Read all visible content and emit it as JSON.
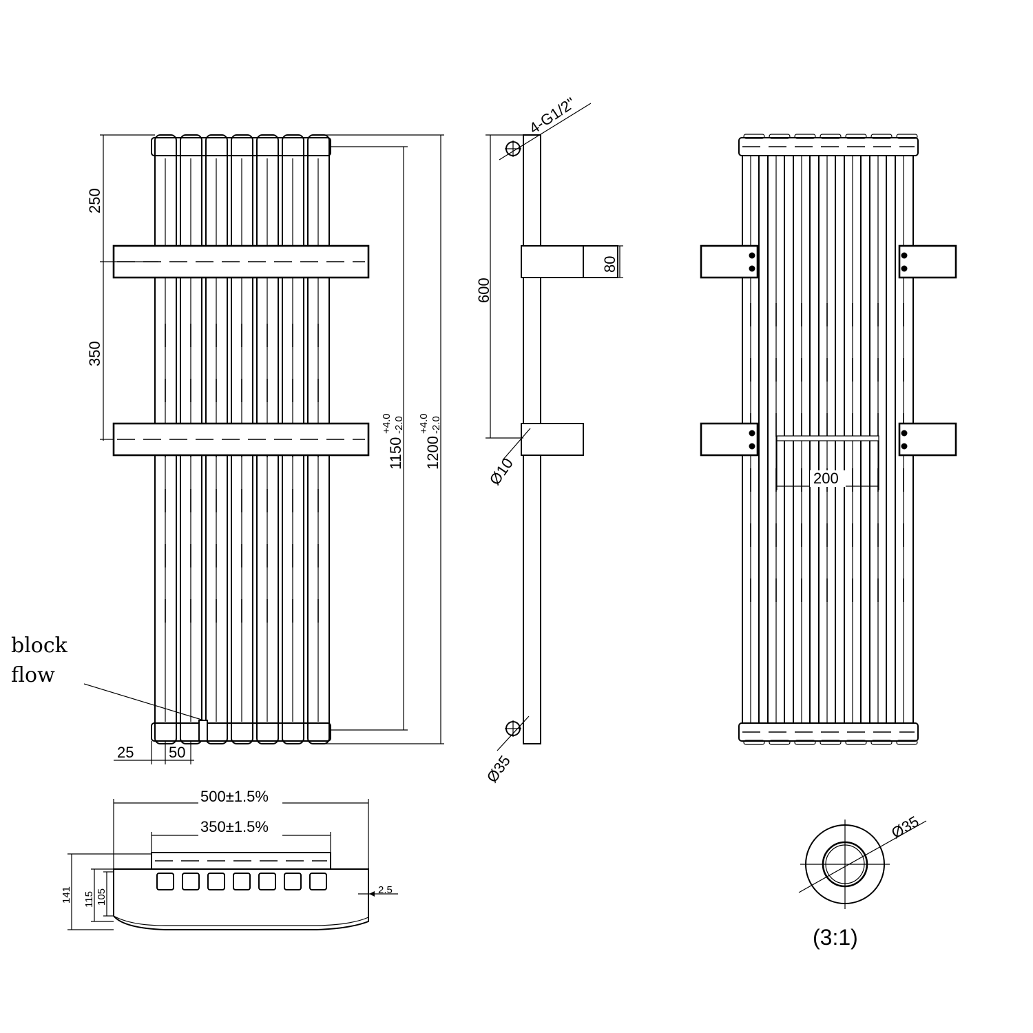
{
  "front_view": {
    "dim_top_to_bar": "250",
    "dim_bar_spacing": "350",
    "dim_inner_height": "1150",
    "dim_inner_tol_plus": "+4.0",
    "dim_inner_tol_minus": "-2.0",
    "dim_overall_height": "1200",
    "dim_overall_tol_plus": "+4.0",
    "dim_overall_tol_minus": "-2.0",
    "dim_offset": "25",
    "dim_tube_pitch": "50",
    "note_line1": "block",
    "note_line2": "flow"
  },
  "side_view": {
    "connection_label": "4-G1/2\"",
    "dim_bracket_spacing": "600",
    "dim_bar_height": "80",
    "dim_pin": "Ø10",
    "dim_tube": "Ø35"
  },
  "rear_view": {
    "dim_bracket_width": "200"
  },
  "plan_view": {
    "dim_overall_width": "500±1.5%",
    "dim_centers": "350±1.5%",
    "dim_depth_total": "141",
    "dim_depth_mid": "115",
    "dim_depth_inner": "105",
    "dim_wall": "2.5"
  },
  "detail_view": {
    "dim_diameter": "Ø35",
    "scale_label": "(3:1)"
  }
}
